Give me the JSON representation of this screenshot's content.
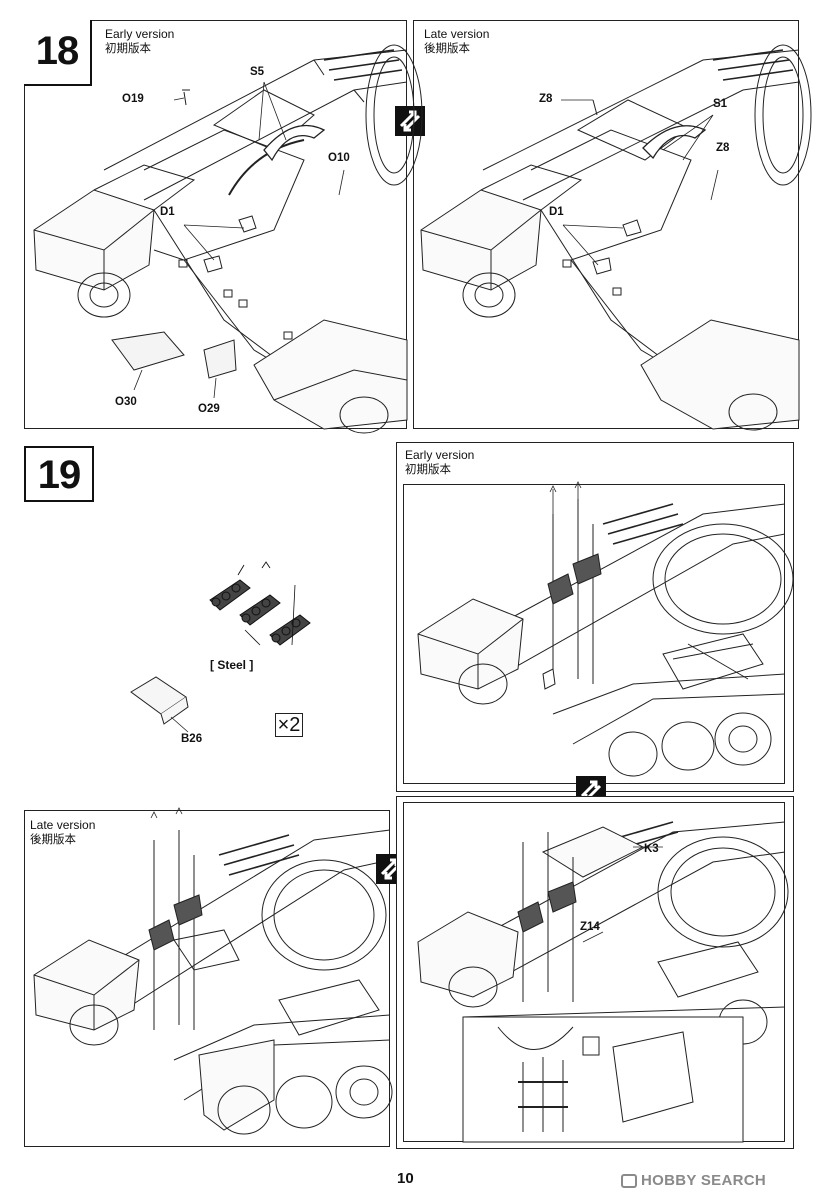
{
  "step18": {
    "number": "18",
    "early": {
      "en": "Early version",
      "zh": "初期版本"
    },
    "late": {
      "en": "Late version",
      "zh": "後期版本"
    },
    "early_parts": [
      "S5",
      "O19",
      "O10",
      "D1",
      "O30",
      "O29"
    ],
    "late_parts": [
      "Z8",
      "S1",
      "Z8",
      "D1"
    ]
  },
  "step19": {
    "number": "19",
    "steel_label": "[ Steel ]",
    "b26": "B26",
    "times": "×2",
    "early": {
      "en": "Early version",
      "zh": "初期版本"
    },
    "late": {
      "en": "Late version",
      "zh": "後期版本"
    },
    "late_parts": [
      "K3",
      "Z14"
    ]
  },
  "footer": {
    "page_number": "10",
    "watermark": "HOBBY SEARCH"
  },
  "icons": [
    "swap-arrows-icon",
    "swap-arrows-icon",
    "swap-arrows-icon",
    "hobbysearch-logo-icon"
  ]
}
